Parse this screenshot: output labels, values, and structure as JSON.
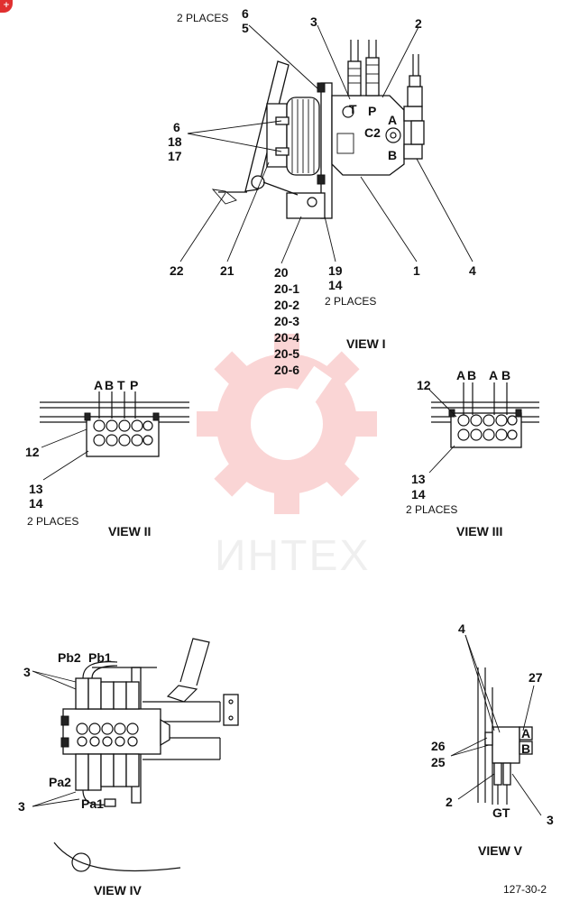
{
  "corner_badge": "+",
  "watermark": {
    "text": "ИНТЕХ",
    "color": "#f08080"
  },
  "view1": {
    "title": "VIEW I",
    "places_top": "2 PLACES",
    "places_bottom": "2 PLACES",
    "callouts": {
      "c6a": "6",
      "c5": "5",
      "c3": "3",
      "c2": "2",
      "c6b": "6",
      "c18": "18",
      "c17": "17",
      "c22": "22",
      "c21": "21",
      "c20": "20",
      "c20_1": "20-1",
      "c20_2": "20-2",
      "c20_3": "20-3",
      "c20_4": "20-4",
      "c20_5": "20-5",
      "c20_6": "20-6",
      "c19": "19",
      "c14": "14",
      "c1": "1",
      "c4": "4"
    },
    "ports": {
      "T": "T",
      "P": "P",
      "A": "A",
      "C2": "C2",
      "B": "B"
    }
  },
  "view2": {
    "title": "VIEW II",
    "ports": [
      "A",
      "B",
      "T",
      "P"
    ],
    "callouts": {
      "c12": "12",
      "c13": "13",
      "c14": "14"
    },
    "places": "2 PLACES"
  },
  "view3": {
    "title": "VIEW III",
    "ports": [
      "A",
      "B",
      "A",
      "B"
    ],
    "callouts": {
      "c12": "12",
      "c13": "13",
      "c14": "14"
    },
    "places": "2 PLACES"
  },
  "view4": {
    "title": "VIEW IV",
    "labels": {
      "pb2": "Pb2",
      "pb1": "Pb1",
      "pa2": "Pa2",
      "pa1": "Pa1",
      "c3a": "3",
      "c3b": "3"
    }
  },
  "view5": {
    "title": "VIEW V",
    "callouts": {
      "c4": "4",
      "c27": "27",
      "c26": "26",
      "c25": "25",
      "c2": "2",
      "c3": "3"
    },
    "ports": {
      "A": "A",
      "B": "B",
      "GT": "GT"
    }
  },
  "drawing_number": "127-30-2"
}
